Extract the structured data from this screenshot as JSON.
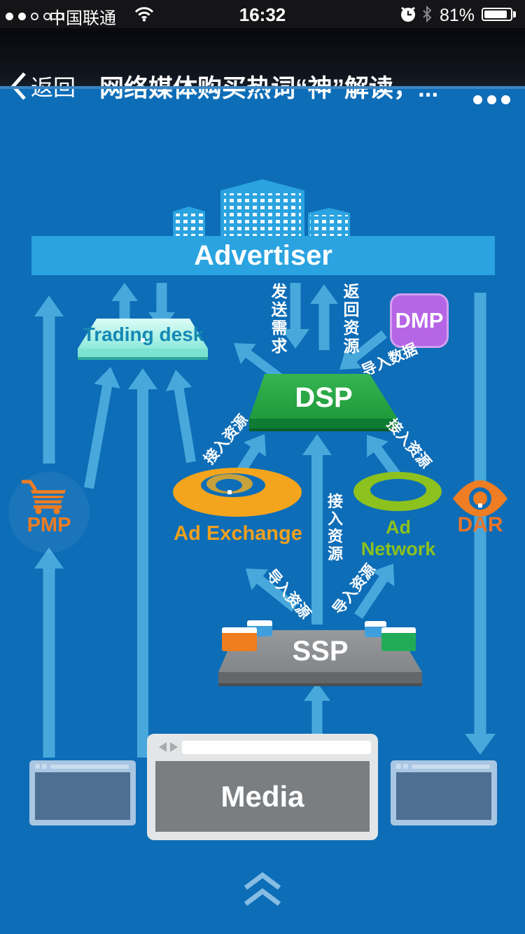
{
  "status_bar": {
    "carrier": "中国联通",
    "time": "16:32",
    "battery": "81%"
  },
  "nav_bar": {
    "back": "返回",
    "title": "网络媒体购买热词“神”解读，..."
  },
  "diagram": {
    "nodes": {
      "advertiser": "Advertiser",
      "trading_desk": "Trading desk",
      "dmp": "DMP",
      "dsp": "DSP",
      "pmp": "PMP",
      "ad_exchange": "Ad Exchange",
      "ad_network": "Ad Network",
      "dar": "DAR",
      "ssp": "SSP",
      "media": "Media"
    },
    "flow_labels": {
      "send_demand": "发送需求",
      "return_resource": "返回资源",
      "import_data": "导入数据",
      "access_resource_left": "接入资源",
      "access_resource_center": "接入资源",
      "access_resource_right": "接入资源",
      "import_resource_left": "导入资源",
      "import_resource_right": "导入资源"
    },
    "colors": {
      "background": "#0d6db7",
      "light_blue": "#2aa3e0",
      "arrow_blue": "#49a8db",
      "trading_desk_cyan": "#aff2e6",
      "dmp_purple": "#b565e6",
      "dsp_green": "#2aa441",
      "orange": "#ed7d23",
      "ad_exchange_orange": "#f5a51d",
      "ad_network_green": "#8cc11e",
      "ssp_gray": "#8b8e91"
    }
  }
}
